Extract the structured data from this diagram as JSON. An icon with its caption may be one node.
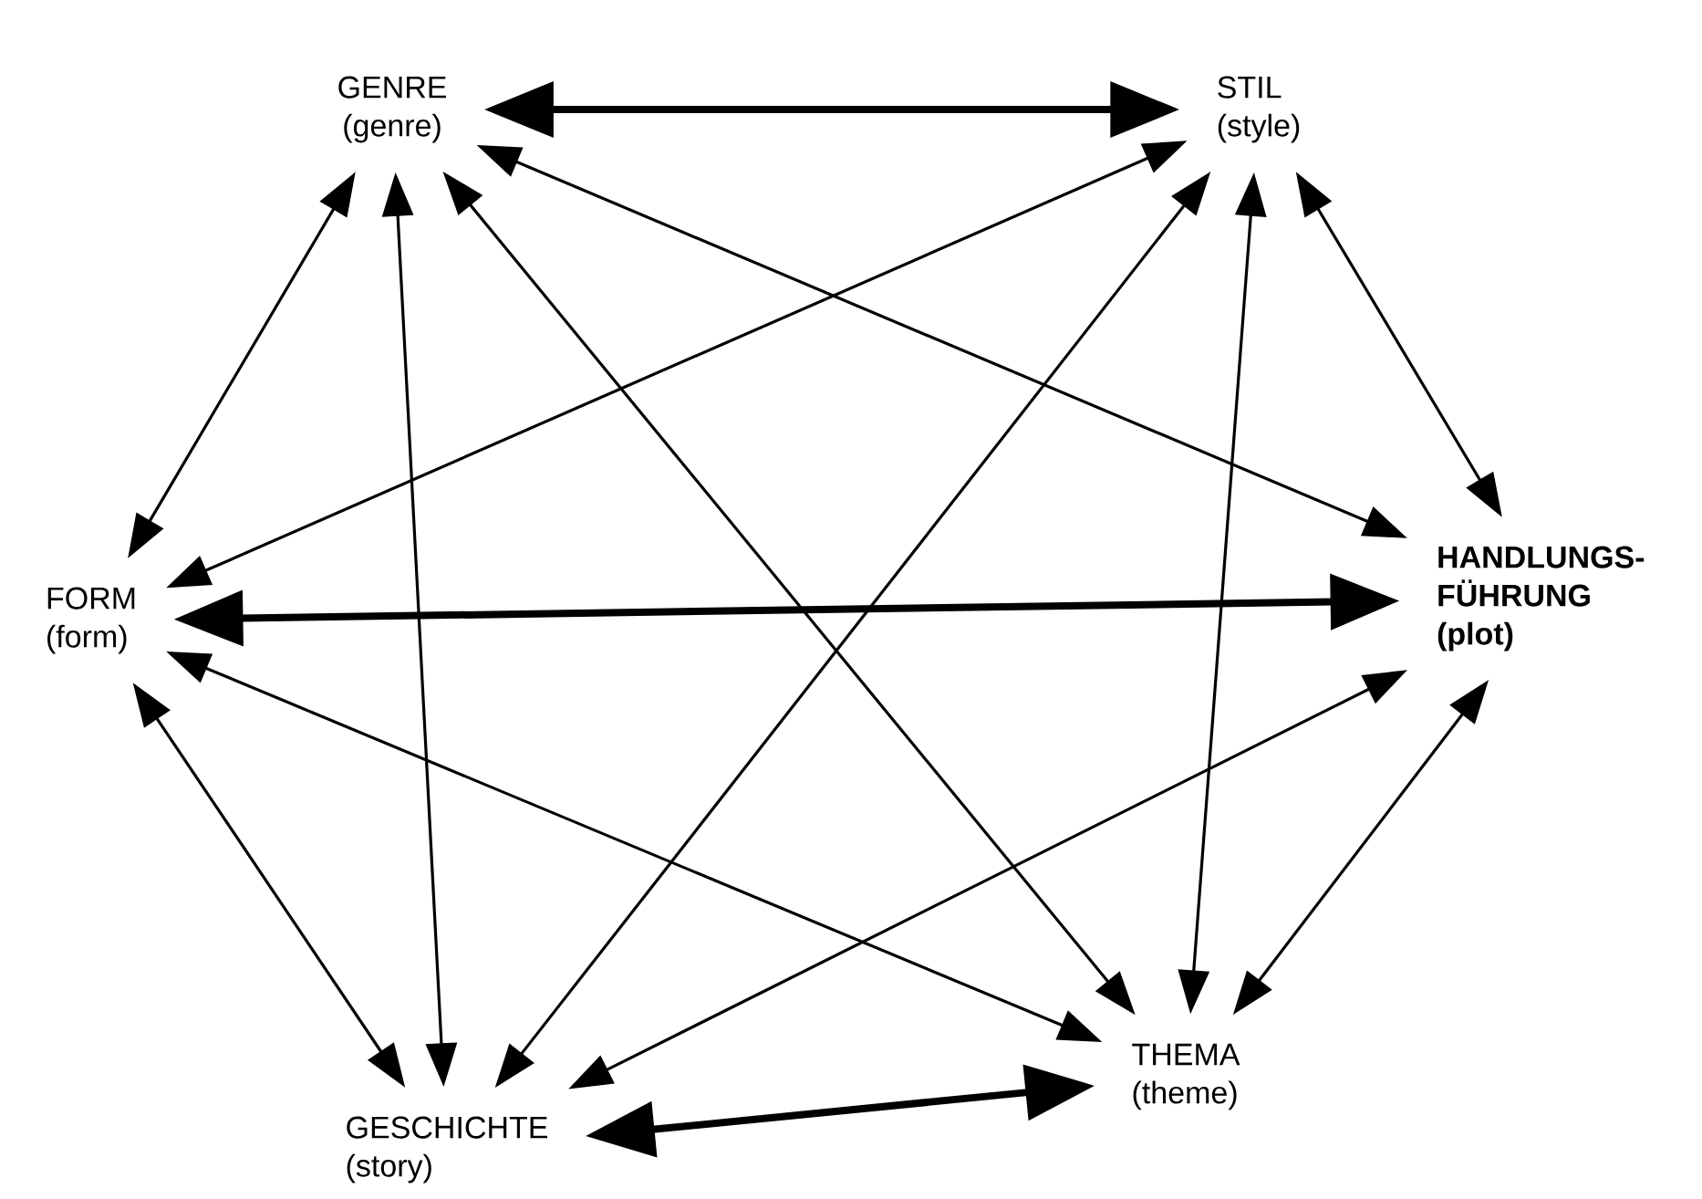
{
  "diagram": {
    "nodes": [
      {
        "text": [
          "GENRE",
          "(genre)"
        ]
      },
      {
        "text": [
          "STIL",
          "(style)"
        ]
      },
      {
        "text": [
          "HANDLUNGS- FÜHRUNG",
          "(plot)"
        ]
      },
      {
        "text": [
          "THEMA",
          "(theme)"
        ]
      },
      {
        "text": [
          "GESCHICHTE",
          "(story)"
        ]
      },
      {
        "text": [
          "FORM",
          "(form)"
        ]
      }
    ],
    "edges": [
      {
        "from": 0,
        "to": 1,
        "arrow": "both",
        "style": "thick"
      },
      {
        "from": 1,
        "to": 2,
        "arrow": "both"
      },
      {
        "from": 2,
        "to": 3,
        "arrow": "both"
      },
      {
        "from": 3,
        "to": 4,
        "arrow": "both",
        "style": "thick"
      },
      {
        "from": 4,
        "to": 5,
        "arrow": "both"
      },
      {
        "from": 5,
        "to": 0,
        "arrow": "both"
      },
      {
        "from": 5,
        "to": 2,
        "arrow": "both",
        "style": "thick"
      },
      {
        "from": 0,
        "to": 4,
        "arrow": "both"
      },
      {
        "from": 1,
        "to": 3,
        "arrow": "both"
      },
      {
        "from": 0,
        "to": 2,
        "arrow": "both"
      },
      {
        "from": 0,
        "to": 3,
        "arrow": "both"
      },
      {
        "from": 1,
        "to": 5,
        "arrow": "both"
      },
      {
        "from": 1,
        "to": 4,
        "arrow": "both"
      },
      {
        "from": 5,
        "to": 3,
        "arrow": "both"
      },
      {
        "from": 4,
        "to": 2,
        "arrow": "both"
      }
    ]
  }
}
